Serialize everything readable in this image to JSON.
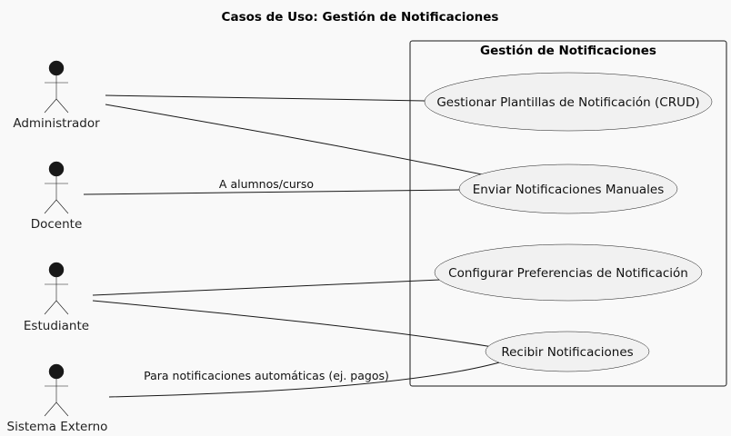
{
  "title": "Casos de Uso: Gestión de Notificaciones",
  "system": {
    "title": "Gestión de Notificaciones"
  },
  "actors": [
    {
      "id": "admin",
      "label": "Administrador"
    },
    {
      "id": "docente",
      "label": "Docente"
    },
    {
      "id": "estudiante",
      "label": "Estudiante"
    },
    {
      "id": "sistema",
      "label": "Sistema Externo"
    }
  ],
  "use_cases": [
    {
      "id": "plantillas",
      "label": "Gestionar Plantillas de Notificación (CRUD)"
    },
    {
      "id": "enviar",
      "label": "Enviar Notificaciones Manuales"
    },
    {
      "id": "preferencias",
      "label": "Configurar Preferencias de Notificación"
    },
    {
      "id": "recibir",
      "label": "Recibir Notificaciones"
    }
  ],
  "edges": [
    {
      "from": "admin",
      "to": "plantillas",
      "label": ""
    },
    {
      "from": "admin",
      "to": "enviar",
      "label": ""
    },
    {
      "from": "docente",
      "to": "enviar",
      "label": "A alumnos/curso"
    },
    {
      "from": "estudiante",
      "to": "preferencias",
      "label": ""
    },
    {
      "from": "estudiante",
      "to": "recibir",
      "label": ""
    },
    {
      "from": "sistema",
      "to": "recibir",
      "label": "Para notificaciones automáticas (ej. pagos)"
    }
  ]
}
